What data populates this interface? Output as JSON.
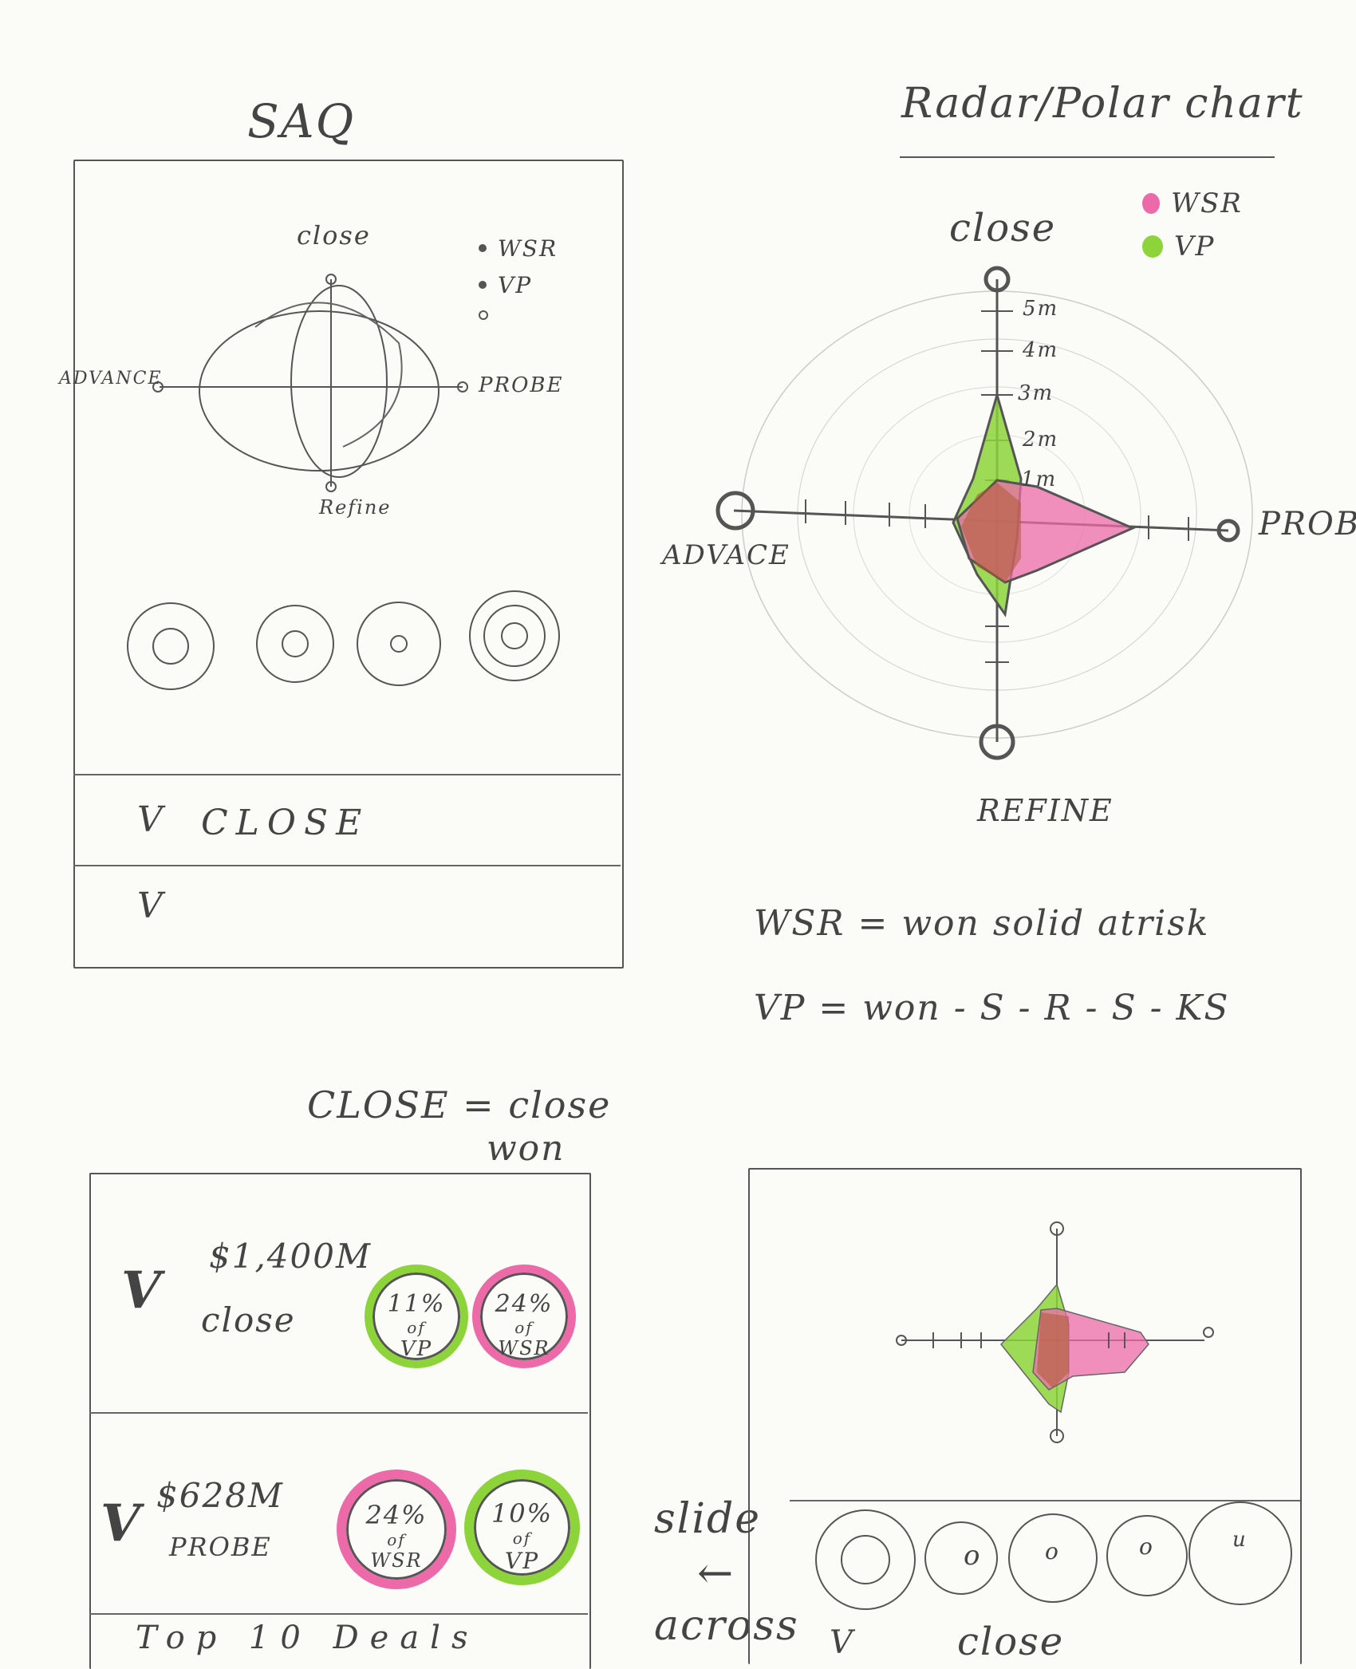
{
  "saq": {
    "title": "SAQ",
    "axes": {
      "top": "close",
      "left": "ADVANCE",
      "right": "PROBE",
      "bottom": "Refine"
    },
    "legend": [
      "WSR",
      "VP"
    ],
    "rows": [
      {
        "check": "V",
        "label": "CLOSE"
      },
      {
        "check": "V",
        "label": ""
      }
    ]
  },
  "radar": {
    "title": "Radar/Polar chart",
    "legend": [
      {
        "label": "WSR",
        "color": "#ec6aa8"
      },
      {
        "label": "VP",
        "color": "#8cd43a"
      }
    ],
    "axes": {
      "top": "close",
      "left": "ADVACE",
      "right": "PROBE",
      "bottom": "REFINE"
    },
    "ticks": [
      "5m",
      "4m",
      "3m",
      "2m",
      "1m"
    ],
    "definitions": [
      "WSR = won solid atrisk",
      "VP = won - S - R - S - KS"
    ]
  },
  "close_note": {
    "line1": "CLOSE = close",
    "line2": "won"
  },
  "deals": {
    "rows": [
      {
        "check": "V",
        "amount": "$1,400M",
        "label": "close",
        "badges": [
          {
            "pct": "11%",
            "of": "of",
            "name": "VP",
            "color": "#8cd43a"
          },
          {
            "pct": "24%",
            "of": "of",
            "name": "WSR",
            "color": "#ec6aa8"
          }
        ]
      },
      {
        "check": "V",
        "amount": "$628M",
        "label": "PROBE",
        "badges": [
          {
            "pct": "24%",
            "of": "of",
            "name": "WSR",
            "color": "#ec6aa8"
          },
          {
            "pct": "10%",
            "of": "of",
            "name": "VP",
            "color": "#8cd43a"
          }
        ]
      }
    ],
    "footer": "Top 10 Deals"
  },
  "mini": {
    "axis_marks": {
      "top": "o",
      "left": "o",
      "right": "o",
      "bottom": "o"
    },
    "carousel_marks": [
      "",
      "o",
      "o",
      "o",
      "u"
    ],
    "row": {
      "check": "V",
      "label": "close"
    }
  },
  "slide_note": {
    "line1": "slide",
    "arrow": "←",
    "line2": "across"
  }
}
